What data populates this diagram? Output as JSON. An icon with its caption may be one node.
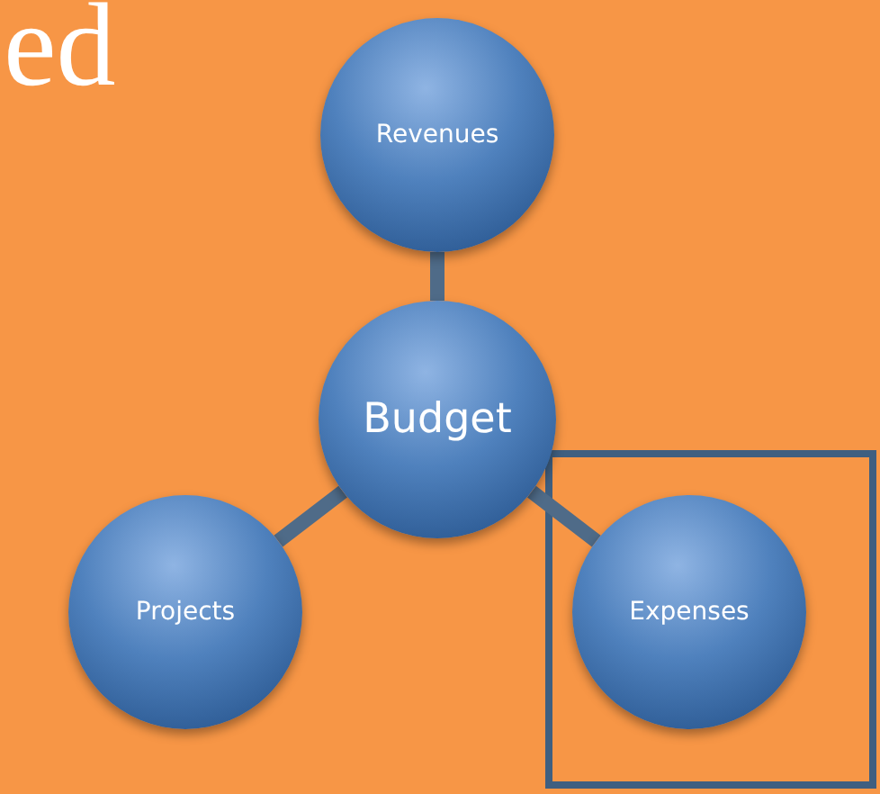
{
  "diagram": {
    "nodes": [
      {
        "text": [
          "Revenues"
        ]
      },
      {
        "text": [
          "Budget"
        ]
      },
      {
        "text": [
          "Projects"
        ]
      },
      {
        "text": [
          "Expenses"
        ]
      }
    ],
    "edges": [
      {
        "from": 1,
        "to": 0,
        "arrow": "none"
      },
      {
        "from": 1,
        "to": 2,
        "arrow": "none"
      },
      {
        "from": 1,
        "to": 3,
        "arrow": "none"
      }
    ],
    "labels": [
      "ed"
    ]
  }
}
